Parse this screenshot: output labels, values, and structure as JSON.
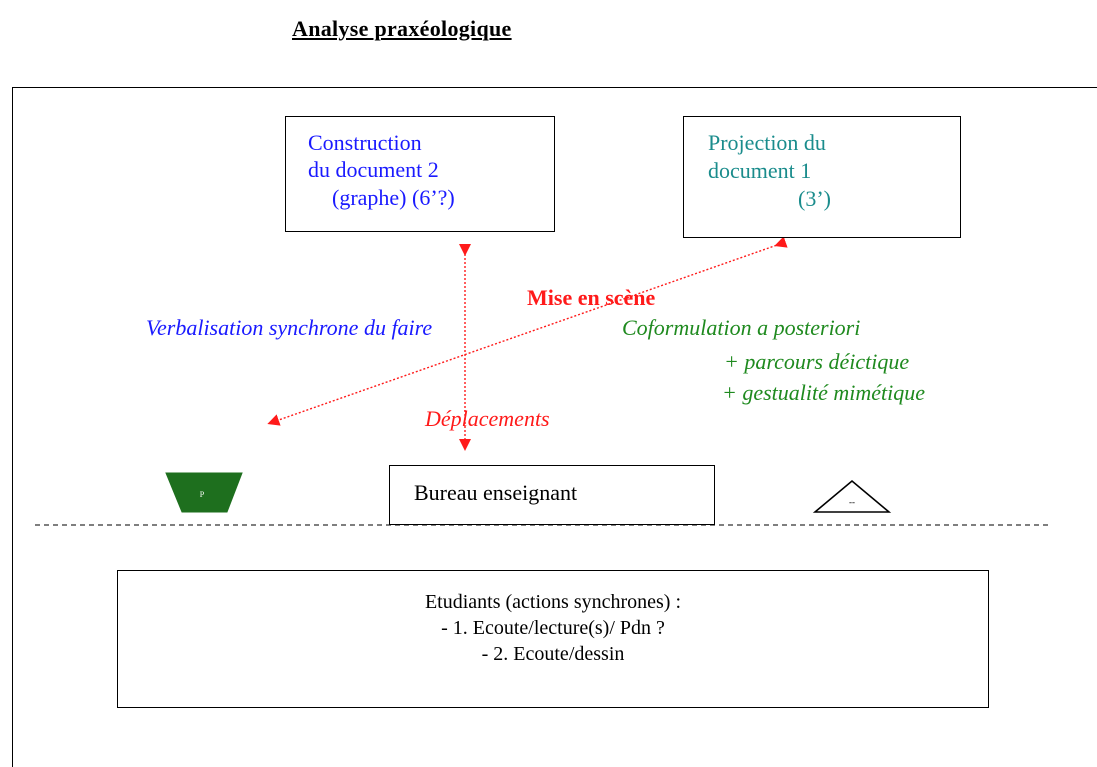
{
  "title": "Analyse praxéologique",
  "doc2_box": {
    "line1": "Construction",
    "line2": "du document 2",
    "line3": "(graphe) (6’?)"
  },
  "doc1_box": {
    "line1": "Projection du",
    "line2": "document 1",
    "line3": "(3’)"
  },
  "mise_en_scene": "Mise en scène",
  "verbalisation": "Verbalisation synchrone du faire",
  "coformulation": "Coformulation a posteriori",
  "parcours": "+ parcours déictique",
  "gestualite": "+ gestualité mimétique",
  "deplacements": "Déplacements",
  "bureau": "Bureau enseignant",
  "left_shape_label": "P",
  "right_shape_label": "--",
  "students": {
    "line1": "Etudiants  (actions synchrones) :",
    "line2": "- 1. Ecoute/lecture(s)/ Pdn ?",
    "line3": "- 2. Ecoute/dessin"
  },
  "colors": {
    "blue": "#1a1aff",
    "teal": "#1a8c8c",
    "green": "#1f8a1f",
    "red": "#ff1a1a",
    "dark_green_shape": "#1e6f1e"
  }
}
